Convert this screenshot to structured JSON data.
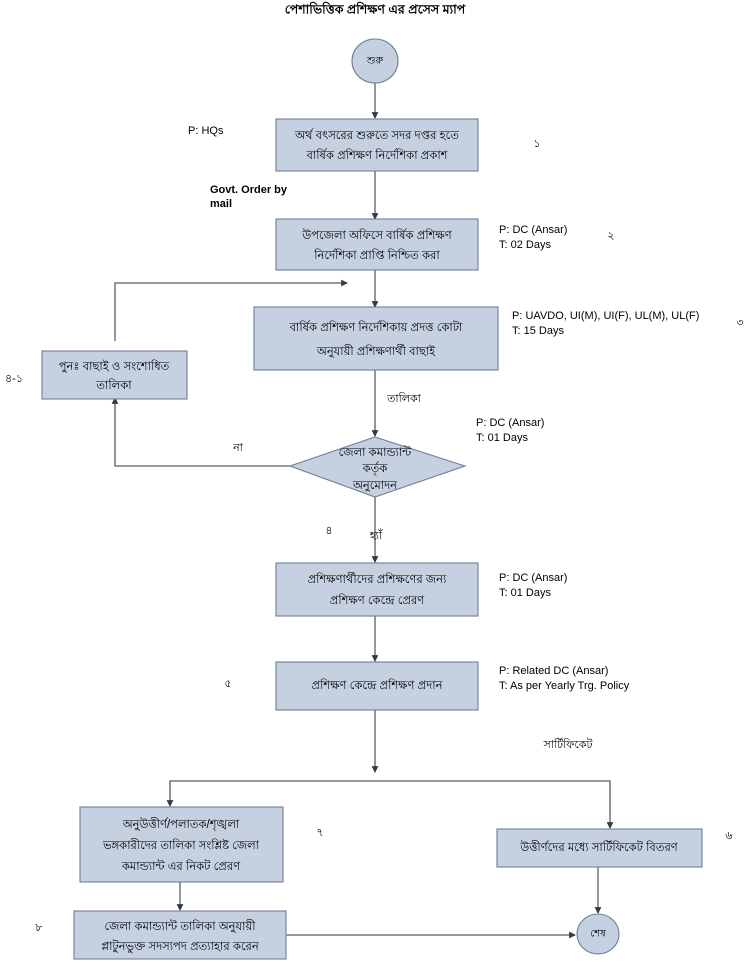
{
  "title": "পেশাভিত্তিক প্রশিক্ষণ এর প্রসেস ম্যাপ",
  "nodes": {
    "start": {
      "label": "শুরু"
    },
    "n1": {
      "line1": "অর্থ বৎসরের শুরুতে সদর দপ্তর হতে",
      "line2": "বার্ষিক প্রশিক্ষণ নির্দেশিকা প্রকাশ"
    },
    "n2": {
      "line1": "উপজেলা অফিসে বার্ষিক প্রশিক্ষণ",
      "line2": "নির্দেশিকা প্রাপ্তি নিশ্চিত করা"
    },
    "n3": {
      "line1": "বার্ষিক প্রশিক্ষণ নির্দেশিকায় প্রদত্ত কোটা",
      "line2": "অনুযায়ী প্রশিক্ষণার্থী বাছাই"
    },
    "n4": {
      "line1": "জেলা কমান্ড্যান্ট",
      "line2": "কর্তৃক",
      "line3": "অনুমোদন"
    },
    "n41": {
      "line1": "পুনঃ  বাছাই ও সংশোধিত",
      "line2": "তালিকা"
    },
    "n5": {
      "line1": "প্রশিক্ষণার্থীদের প্রশিক্ষণের জন্য",
      "line2": "প্রশিক্ষণ কেন্দ্রে প্রেরণ"
    },
    "n6": {
      "line1": "প্রশিক্ষণ কেন্দ্রে প্রশিক্ষণ প্রদান"
    },
    "n7": {
      "line1": "অনুউত্তীর্ণ/পলাতক/শৃঙ্খলা",
      "line2": "ভঙ্গকারীদের তালিকা সংশ্লিষ্ট  জেলা",
      "line3": "কমান্ড্যান্ট এর নিকট প্রেরণ"
    },
    "n8": {
      "line1": "উত্তীর্ণদের মধ্যে সার্টিফিকেট বিতরণ"
    },
    "n9": {
      "line1": "জেলা কমান্ড্যান্ট তালিকা অনুযায়ী",
      "line2": "প্লাটুনভুক্ত সদস্যপদ প্রত্যাহার করেন"
    },
    "end": {
      "label": "শেষ"
    }
  },
  "annotations": {
    "p_hqs": "P: HQs",
    "govt_order_line1": "Govt. Order  by",
    "govt_order_line2": "mail",
    "n2_person": "P: DC (Ansar)",
    "n2_time": "T: 02 Days",
    "n3_person": "P: UAVDO, UI(M), UI(F), UL(M), UL(F)",
    "n3_time": "T: 15 Days",
    "n4_person": "P: DC (Ansar)",
    "n4_time": "T: 01 Days",
    "n5_person": "P: DC (Ansar)",
    "n5_time": "T: 01 Days",
    "n6_person": "P: Related DC (Ansar)",
    "n6_time": "T: As per Yearly Trg. Policy"
  },
  "edge_labels": {
    "talika": "তালিকা",
    "na": "না",
    "hyan": "হ্যাঁ",
    "certificate": "সার্টিফিকেট"
  },
  "step_numbers": {
    "s1": "১",
    "s2": "২",
    "s3": "৩",
    "s4": "৪",
    "s41": "৪-১",
    "s5": "৫",
    "s6": "৬",
    "s7": "৭",
    "s8": "৮"
  },
  "colors": {
    "node_fill": "#c5d0e0",
    "node_stroke": "#6f7f96",
    "line": "#555f6b",
    "text": "#000000",
    "background": "#ffffff"
  },
  "chart_data": {
    "type": "diagram",
    "subtype": "flowchart",
    "title": "পেশাভিত্তিক প্রশিক্ষণ এর প্রসেস ম্যাপ",
    "nodes": [
      {
        "id": "start",
        "shape": "ellipse",
        "text": "শুরু",
        "step": ""
      },
      {
        "id": "n1",
        "shape": "rect",
        "text": "অর্থ বৎসরের শুরুতে সদর দপ্তর হতে বার্ষিক প্রশিক্ষণ নির্দেশিকা প্রকাশ",
        "step": "১"
      },
      {
        "id": "n2",
        "shape": "rect",
        "text": "উপজেলা অফিসে বার্ষিক প্রশিক্ষণ নির্দেশিকা প্রাপ্তি নিশ্চিত করা",
        "step": "২"
      },
      {
        "id": "n3",
        "shape": "rect",
        "text": "বার্ষিক প্রশিক্ষণ নির্দেশিকায় প্রদত্ত কোটা অনুযায়ী প্রশিক্ষণার্থী বাছাই",
        "step": "৩"
      },
      {
        "id": "n4",
        "shape": "diamond",
        "text": "জেলা কমান্ড্যান্ট কর্তৃক অনুমোদন",
        "step": "৪"
      },
      {
        "id": "n41",
        "shape": "rect",
        "text": "পুনঃ বাছাই ও সংশোধিত তালিকা",
        "step": "৪-১"
      },
      {
        "id": "n5",
        "shape": "rect",
        "text": "প্রশিক্ষণার্থীদের প্রশিক্ষণের জন্য প্রশিক্ষণ কেন্দ্রে প্রেরণ",
        "step": ""
      },
      {
        "id": "n6",
        "shape": "rect",
        "text": "প্রশিক্ষণ কেন্দ্রে প্রশিক্ষণ প্রদান",
        "step": "৫"
      },
      {
        "id": "n7",
        "shape": "rect",
        "text": "অনুউত্তীর্ণ/পলাতক/শৃঙ্খলা ভঙ্গকারীদের তালিকা সংশ্লিষ্ট জেলা কমান্ড্যান্ট এর নিকট প্রেরণ",
        "step": "৭"
      },
      {
        "id": "n8",
        "shape": "rect",
        "text": "উত্তীর্ণদের মধ্যে সার্টিফিকেট বিতরণ",
        "step": "৬"
      },
      {
        "id": "n9",
        "shape": "rect",
        "text": "জেলা কমান্ড্যান্ট তালিকা অনুযায়ী প্লাটুনভুক্ত সদস্যপদ প্রত্যাহার করেন",
        "step": "৮"
      },
      {
        "id": "end",
        "shape": "ellipse",
        "text": "শেষ",
        "step": ""
      }
    ],
    "edges": [
      {
        "from": "start",
        "to": "n1",
        "label": ""
      },
      {
        "from": "n1",
        "to": "n2",
        "label": ""
      },
      {
        "from": "n2",
        "to": "n3",
        "label": ""
      },
      {
        "from": "n3",
        "to": "n4",
        "label": "তালিকা"
      },
      {
        "from": "n4",
        "to": "n41",
        "label": "না"
      },
      {
        "from": "n41",
        "to": "n3",
        "label": ""
      },
      {
        "from": "n4",
        "to": "n5",
        "label": "হ্যাঁ"
      },
      {
        "from": "n5",
        "to": "n6",
        "label": ""
      },
      {
        "from": "n6",
        "to": "n7",
        "label": ""
      },
      {
        "from": "n6",
        "to": "n8",
        "label": "সার্টিফিকেট"
      },
      {
        "from": "n7",
        "to": "n9",
        "label": ""
      },
      {
        "from": "n9",
        "to": "end",
        "label": ""
      },
      {
        "from": "n8",
        "to": "end",
        "label": ""
      }
    ]
  }
}
